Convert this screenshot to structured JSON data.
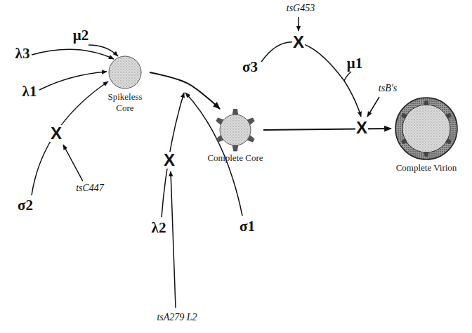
{
  "diagram": {
    "nodes": [
      {
        "text": [
          "Spikeless Core"
        ]
      },
      {
        "text": [
          "Complete Core"
        ]
      },
      {
        "text": [
          "Complete Virion"
        ]
      }
    ],
    "edges": [
      {
        "from": 0,
        "to": 1,
        "arrow": "to"
      },
      {
        "from": 1,
        "to": 2,
        "arrow": "to"
      }
    ],
    "labels": [
      "λ3",
      "μ2",
      "λ1",
      "σ2",
      "X",
      "tsC447",
      "λ2",
      "X",
      "tsA279 L2",
      "σ1",
      "tsG453",
      "σ3",
      "X",
      "μ1",
      "X",
      "tsB's"
    ]
  }
}
